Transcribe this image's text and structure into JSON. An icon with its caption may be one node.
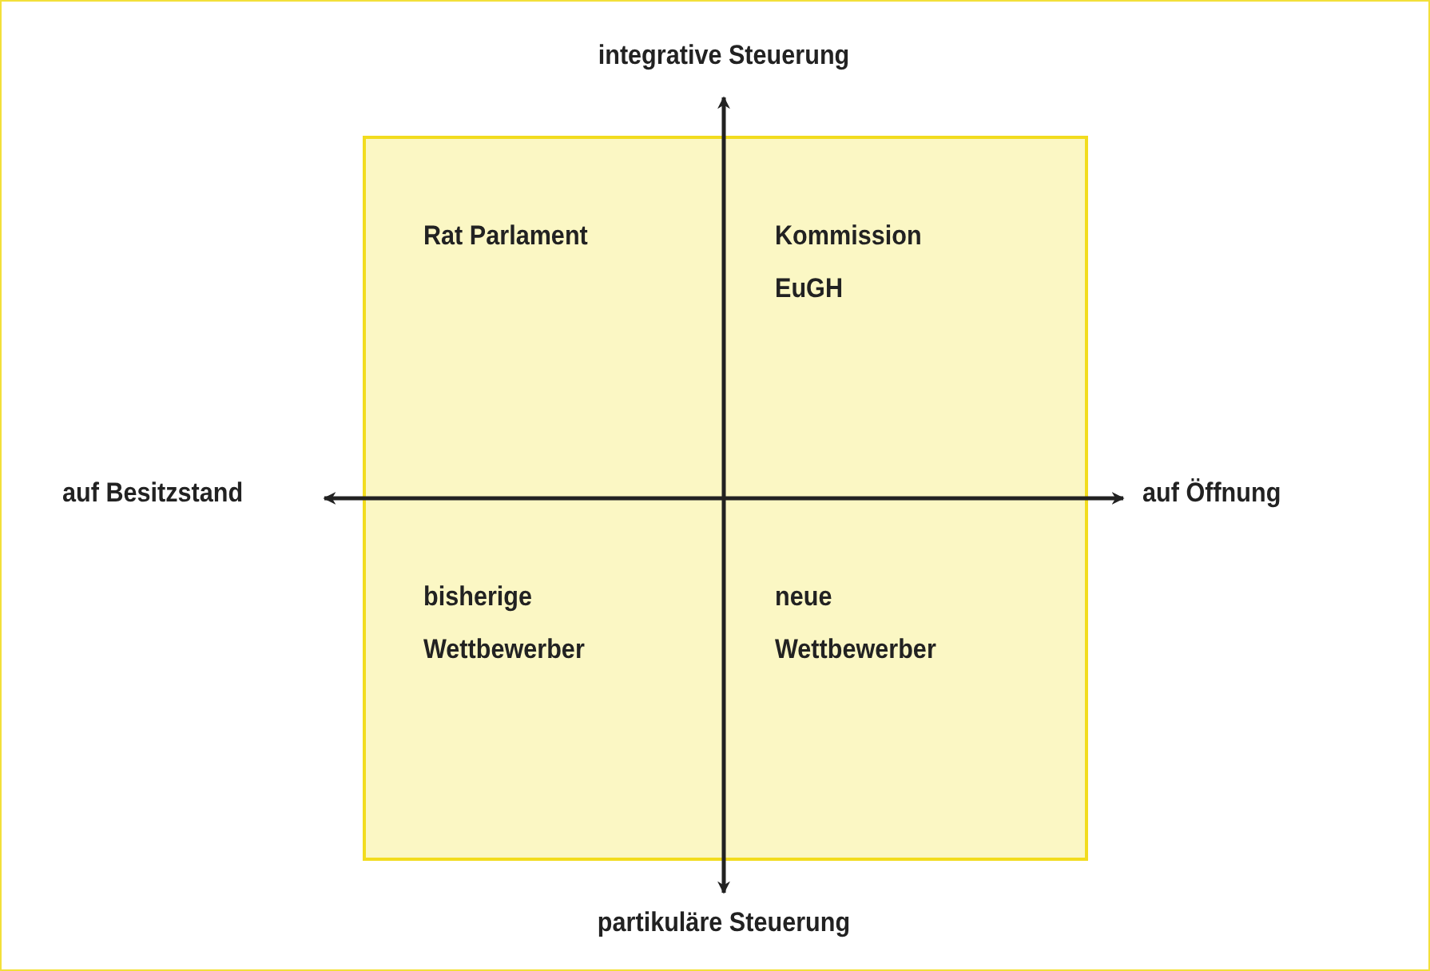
{
  "diagram": {
    "nodes": [
      {
        "text": [
          "Rat Parlament",
          "Kommission EuGH",
          "bisherige Wettbewerber",
          "neue Wettbewerber"
        ]
      }
    ],
    "labels": [
      "integrative Steuerung",
      "auf Besitzstand",
      "auf Öffnung",
      "partikuläre Steuerung"
    ]
  }
}
